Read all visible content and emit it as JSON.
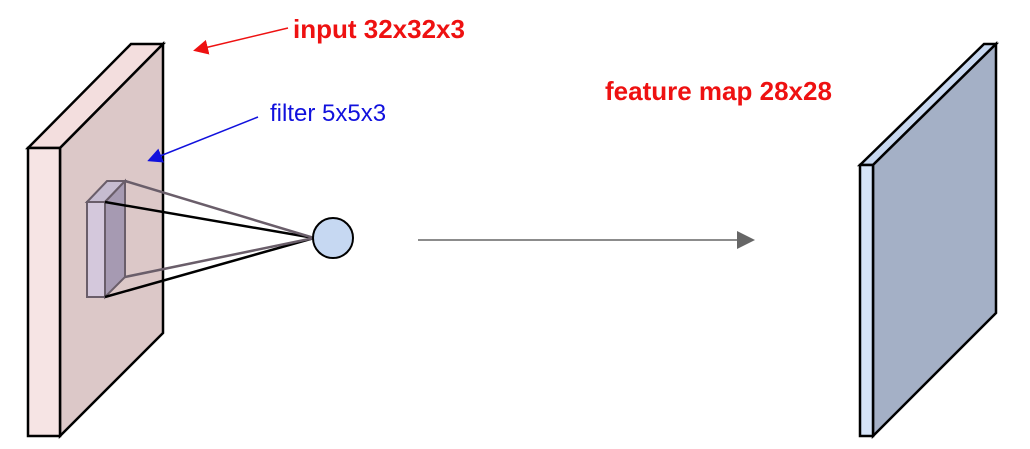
{
  "labels": {
    "input": "input 32x32x3",
    "filter": "filter 5x5x3",
    "feature_map": "feature map 28x28"
  },
  "colors": {
    "label_red": "#ee1111",
    "label_blue": "#1111dd",
    "input_front": "#f6e4e4",
    "input_face": "#dcc8c8",
    "input_top": "#f3dede",
    "filter_front": "#d4c8dc",
    "filter_face": "#a69ab2",
    "filter_top": "#c6bcd0",
    "neuron": "#c6d8f2",
    "output_front": "#d6e4f8",
    "output_face": "#a4b0c6",
    "output_top": "#c8d8f0",
    "arrow_gray": "#666666"
  }
}
